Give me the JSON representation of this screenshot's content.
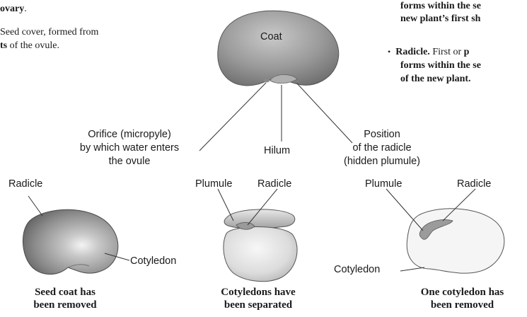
{
  "left_text": {
    "line1": "ovary",
    "line1_end": ".",
    "line2": "Seed cover, formed from",
    "line3_bold": "ts",
    "line3_rest": " of the ovule."
  },
  "right_text": {
    "line1": "forms within the se",
    "line2": "new plant’s first sh",
    "bullet": "•",
    "line3_bold": "Radicle.",
    "line3_rest": " First or ",
    "line3_bold2": "p",
    "line4": "forms within the se",
    "line5": "of the new plant."
  },
  "top_seed": {
    "coat": "Coat",
    "orifice": [
      "Orifice (micropyle)",
      "by which water enters",
      "the ovule"
    ],
    "hilum": "Hilum",
    "position": [
      "Position",
      "of the radicle",
      "(hidden plumule)"
    ]
  },
  "bottom_left": {
    "radicle": "Radicle",
    "cotyledon": "Cotyledon",
    "caption": [
      "Seed coat has",
      "been removed"
    ]
  },
  "bottom_middle": {
    "plumule": "Plumule",
    "radicle": "Radicle",
    "caption": [
      "Cotyledons have",
      "been separated"
    ]
  },
  "bottom_right": {
    "plumule": "Plumule",
    "radicle": "Radicle",
    "cotyledon": "Cotyledon",
    "caption": [
      "One cotyledon has",
      "been removed"
    ]
  }
}
